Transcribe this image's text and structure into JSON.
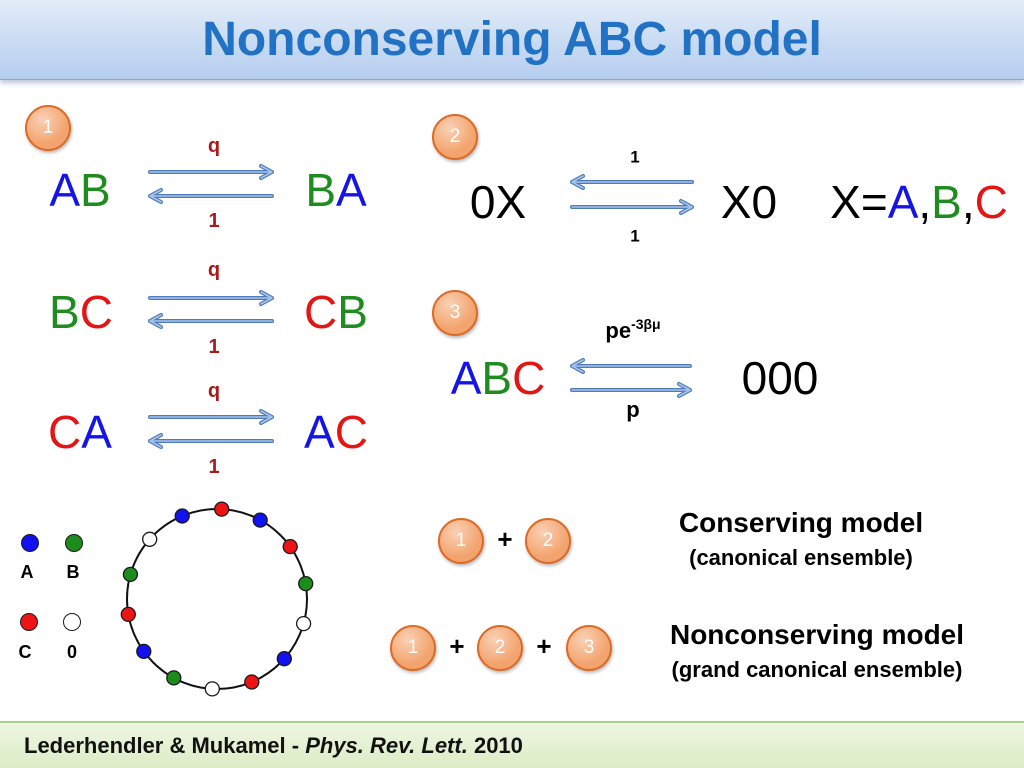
{
  "title": "Nonconserving ABC model",
  "colors": {
    "title": "#2172C4",
    "rate_label": "#A91B1B",
    "badge_fill": "#F3A46E",
    "badge_border": "#DE6B25",
    "arrow": "#4E7BBB"
  },
  "species_text_colors": {
    "A": "#1414E6",
    "B": "#1E8C1E",
    "C": "#E41515"
  },
  "species_dot_colors": {
    "A": "#1212EE",
    "B": "#1C8C1C",
    "C": "#EC1414",
    "0": "#FFFFFF"
  },
  "process_1": {
    "badge": "1",
    "reactions": [
      {
        "left": "AB",
        "right": "BA",
        "rate_right": "q",
        "rate_left": "1"
      },
      {
        "left": "BC",
        "right": "CB",
        "rate_right": "q",
        "rate_left": "1"
      },
      {
        "left": "CA",
        "right": "AC",
        "rate_right": "q",
        "rate_left": "1"
      }
    ]
  },
  "process_2": {
    "badge": "2",
    "left": "0X",
    "right": "X0",
    "rate_left": "1",
    "rate_right": "1",
    "definition": "X=A,B,C"
  },
  "process_3": {
    "badge": "3",
    "left": "ABC",
    "right": "000",
    "rate_left": {
      "base": "pe",
      "exponent": "-3βμ"
    },
    "rate_right": "p"
  },
  "legend": [
    "A",
    "B",
    "C",
    "0"
  ],
  "ring": {
    "sites": [
      "C",
      "A",
      "C",
      "B",
      "0",
      "A",
      "C",
      "0",
      "B",
      "A",
      "C",
      "B",
      "0",
      "A"
    ]
  },
  "models": [
    {
      "processes": [
        "1",
        "2"
      ],
      "operators": [
        "+"
      ],
      "name": "Conserving model",
      "ensemble": "(canonical ensemble)"
    },
    {
      "processes": [
        "1",
        "2",
        "3"
      ],
      "operators": [
        "+",
        "+"
      ],
      "name": "Nonconserving model",
      "ensemble": "(grand canonical ensemble)"
    }
  ],
  "citation": {
    "authors": "Lederhendler & Mukamel -",
    "journal": "Phys. Rev. Lett.",
    "year": "2010"
  }
}
